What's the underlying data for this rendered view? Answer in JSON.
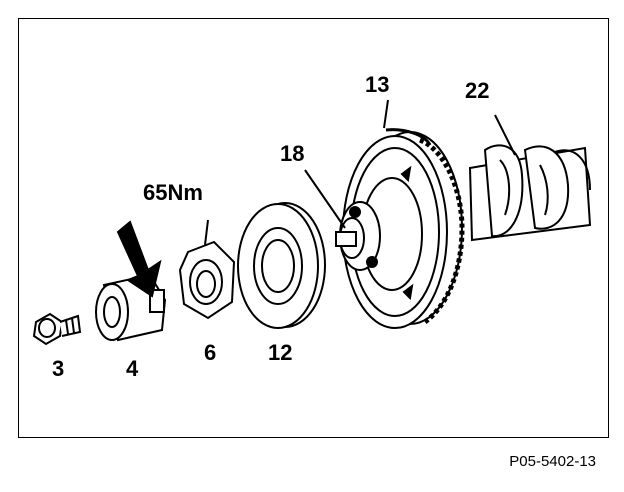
{
  "labels": {
    "bolt": "3",
    "sleeve": "4",
    "nut": "6",
    "washer": "12",
    "hub": "18",
    "pulley": "13",
    "crankshaft": "22",
    "torque": "65Nm"
  },
  "reference": "P05-5402-13",
  "colors": {
    "ink": "#000000",
    "paper": "#ffffff"
  }
}
